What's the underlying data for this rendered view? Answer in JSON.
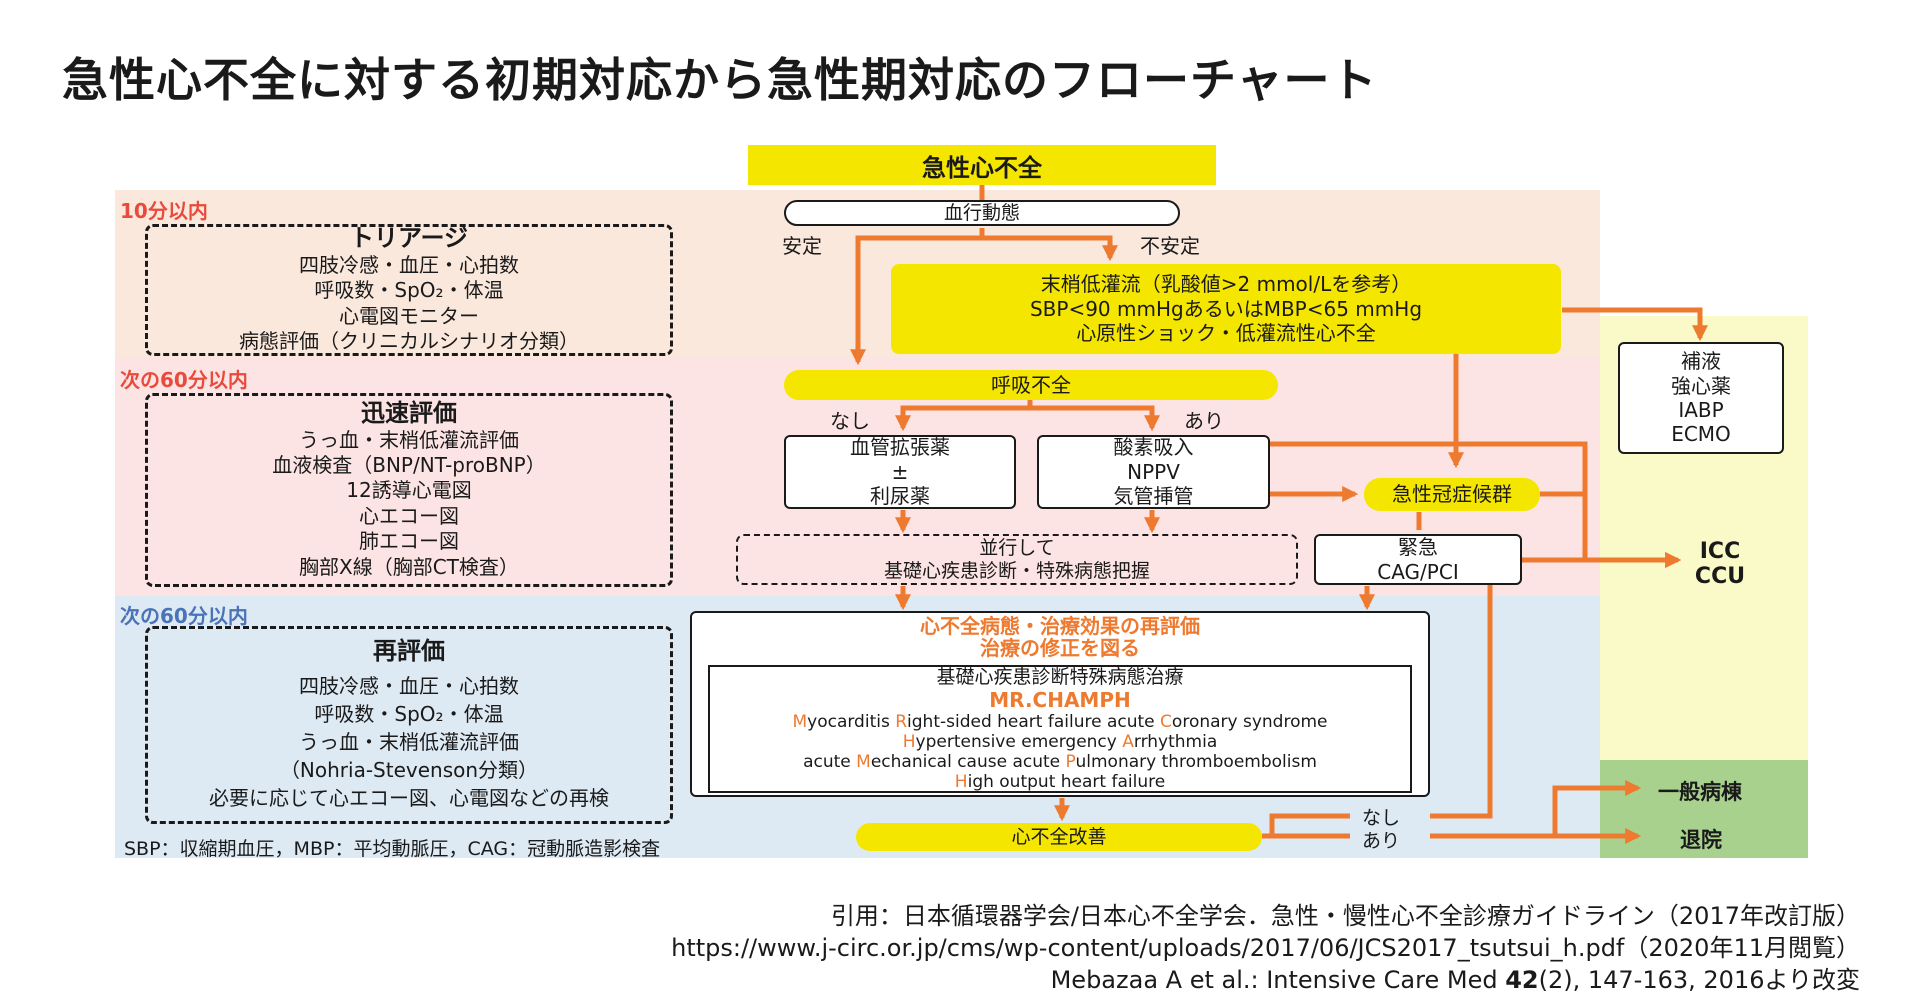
{
  "title": "急性心不全に対する初期対応から急性期対応のフローチャート",
  "zones": {
    "z1": "10分以内",
    "z2": "次の60分以内",
    "z3": "次の60分以内"
  },
  "colors": {
    "orange": "#ee7a30",
    "yellow": "#f5e600",
    "zone1": "#fbe8dc",
    "zone2": "#fde4e4",
    "zone3": "#dde9f3",
    "right_col": "#fafac8",
    "green": "#a9d18e",
    "label_red": "#e84a3c",
    "label_blue": "#4a73b8"
  },
  "triage": {
    "heading": "トリアージ",
    "lines": [
      "四肢冷感・血圧・心拍数",
      "呼吸数・SpO₂・体温",
      "心電図モニター",
      "病態評価（クリニカルシナリオ分類）"
    ]
  },
  "rapid": {
    "heading": "迅速評価",
    "lines": [
      "うっ血・末梢低灌流評価",
      "血液検査（BNP/NT-proBNP）",
      "12誘導心電図",
      "心エコー図",
      "肺エコー図",
      "胸部X線（胸部CT検査）"
    ]
  },
  "reeval": {
    "heading": "再評価",
    "lines": [
      "四肢冷感・血圧・心拍数",
      "呼吸数・SpO₂・体温",
      "うっ血・末梢低灌流評価",
      "（Nohria-Stevenson分類）",
      "必要に応じて心エコー図、心電図などの再検"
    ]
  },
  "footnote": "SBP：収縮期血圧，MBP：平均動脈圧，CAG：冠動脈造影検査",
  "flow": {
    "ahf": "急性心不全",
    "hemo": "血行動態",
    "stable": "安定",
    "unstable": "不安定",
    "shock_lines": [
      "末梢低灌流（乳酸値>2 mmol/Lを参考）",
      "SBP<90 mmHgあるいはMBP<65 mmHg",
      "心原性ショック・低灌流性心不全"
    ],
    "support_lines": [
      "補液",
      "強心薬",
      "IABP",
      "ECMO"
    ],
    "resp": "呼吸不全",
    "no": "なし",
    "yes": "あり",
    "vaso_lines": [
      "血管拡張薬",
      "±",
      "利尿薬"
    ],
    "oxy_lines": [
      "酸素吸入",
      "NPPV",
      "気管挿管"
    ],
    "acs": "急性冠症候群",
    "parallel_lines": [
      "並行して",
      "基礎心疾患診断・特殊病態把握"
    ],
    "pci_lines": [
      "緊急",
      "CAG/PCI"
    ],
    "icc_lines": [
      "ICC",
      "CCU"
    ],
    "reeval_title_lines": [
      "心不全病態・治療効果の再評価",
      "治療の修正を図る"
    ],
    "basic_tx": "基礎心疾患診断特殊病態治療",
    "champh": "MR.CHAMPH",
    "champh_rows": [
      {
        "parts": [
          {
            "t": "M",
            "hl": true
          },
          {
            "t": "yocarditis ",
            "hl": false
          },
          {
            "t": "R",
            "hl": true
          },
          {
            "t": "ight-sided heart failure acute ",
            "hl": false
          },
          {
            "t": "C",
            "hl": true
          },
          {
            "t": "oronary syndrome",
            "hl": false
          }
        ]
      },
      {
        "parts": [
          {
            "t": "H",
            "hl": true
          },
          {
            "t": "ypertensive emergency ",
            "hl": false
          },
          {
            "t": "A",
            "hl": true
          },
          {
            "t": "rrhythmia",
            "hl": false
          }
        ]
      },
      {
        "parts": [
          {
            "t": "acute ",
            "hl": false
          },
          {
            "t": "M",
            "hl": true
          },
          {
            "t": "echanical cause acute ",
            "hl": false
          },
          {
            "t": "P",
            "hl": true
          },
          {
            "t": "ulmonary thromboembolism",
            "hl": false
          }
        ]
      },
      {
        "parts": [
          {
            "t": "H",
            "hl": true
          },
          {
            "t": "igh output heart failure",
            "hl": false
          }
        ]
      }
    ],
    "improve": "心不全改善",
    "no2": "なし",
    "yes2": "あり",
    "ward": "一般病棟",
    "discharge": "退院"
  },
  "citation": {
    "line1": "引用：日本循環器学会/日本心不全学会．急性・慢性心不全診療ガイドライン（2017年改訂版）",
    "line2": "https://www.j-circ.or.jp/cms/wp-content/uploads/2017/06/JCS2017_tsutsui_h.pdf（2020年11月閲覧）",
    "line3_pre": "Mebazaa A et al.: Intensive Care Med ",
    "line3_bold": "42",
    "line3_post": "(2), 147-163, 2016より改変"
  }
}
